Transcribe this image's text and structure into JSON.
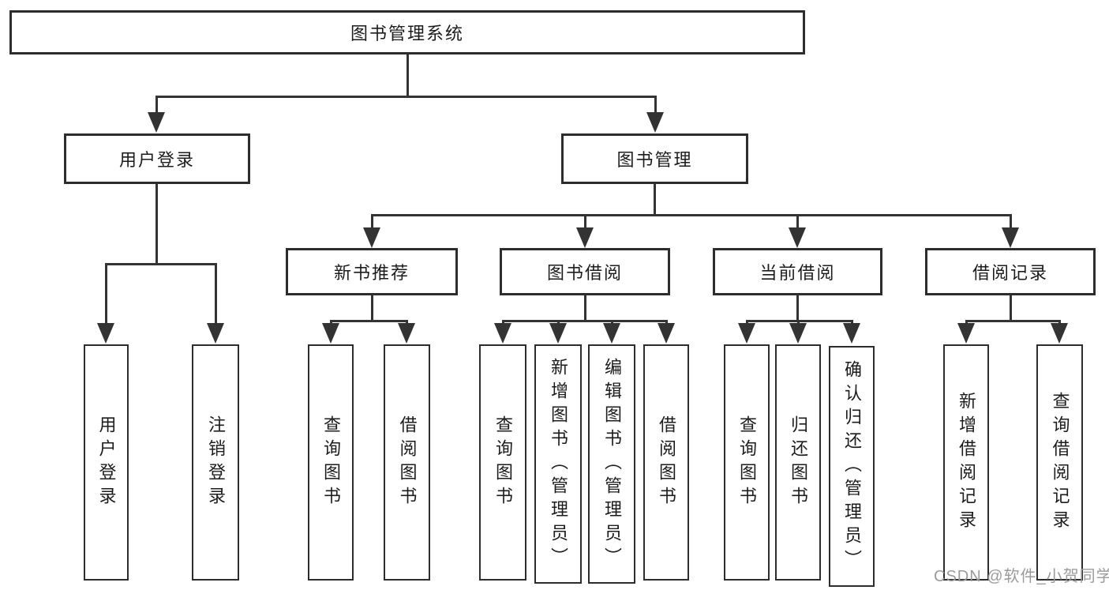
{
  "diagram": {
    "root": "图书管理系统",
    "user_login": {
      "label": "用户登录",
      "children": [
        "用户登录",
        "注销登录"
      ]
    },
    "book_mgmt": {
      "label": "图书管理",
      "sections": [
        {
          "label": "新书推荐",
          "children": [
            "查询图书",
            "借阅图书"
          ]
        },
        {
          "label": "图书借阅",
          "children": [
            "查询图书",
            "新增图书（管理员）",
            "编辑图书（管理员）",
            "借阅图书"
          ]
        },
        {
          "label": "当前借阅",
          "children": [
            "查询图书",
            "归还图书",
            "确认归还（管理员）"
          ]
        },
        {
          "label": "借阅记录",
          "children": [
            "新增借阅记录",
            "查询借阅记录"
          ]
        }
      ]
    }
  },
  "watermark": "CSDN @软件_小贺同学",
  "colors": {
    "line": "#333333",
    "border": "#2d2d2d",
    "background": "#ffffff",
    "text": "#1c1c1c",
    "watermark": "#9b9b9b"
  }
}
